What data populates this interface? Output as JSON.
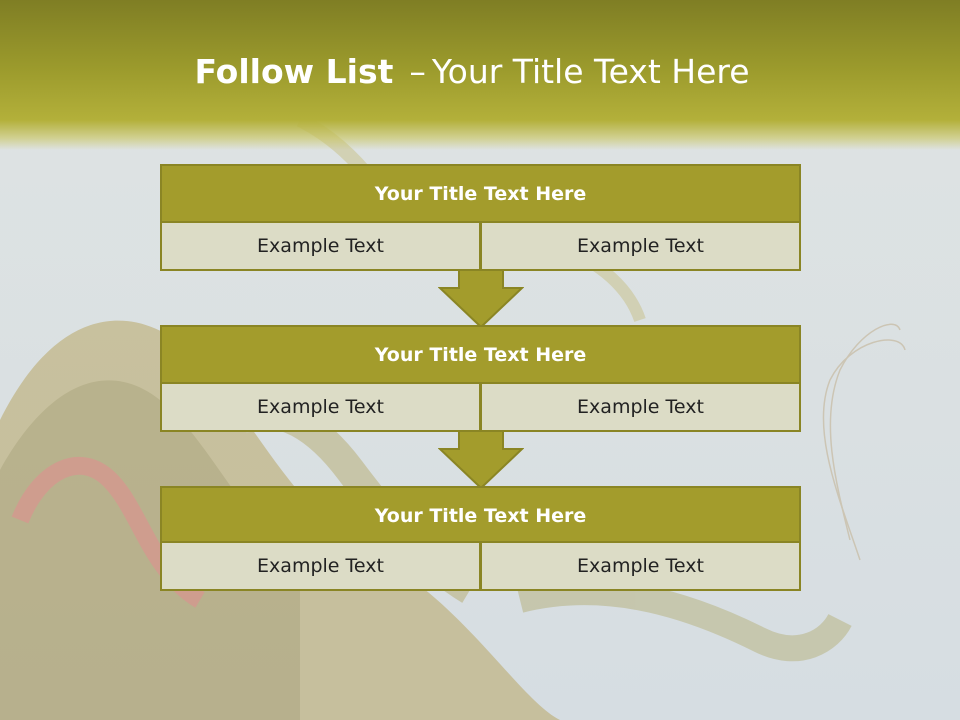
{
  "slide": {
    "title_bold": "Follow List",
    "title_dash": "–",
    "title_rest": "Your Title Text Here"
  },
  "blocks": [
    {
      "title": "Your Title Text Here",
      "left": "Example Text",
      "right": "Example Text"
    },
    {
      "title": "Your Title Text Here",
      "left": "Example Text",
      "right": "Example Text"
    },
    {
      "title": "Your Title Text Here",
      "left": "Example Text",
      "right": "Example Text"
    }
  ],
  "colors": {
    "accent": "#a39c2c",
    "border": "#8a8524",
    "cell": "#dcdcc6",
    "header": "#8f8e28"
  }
}
